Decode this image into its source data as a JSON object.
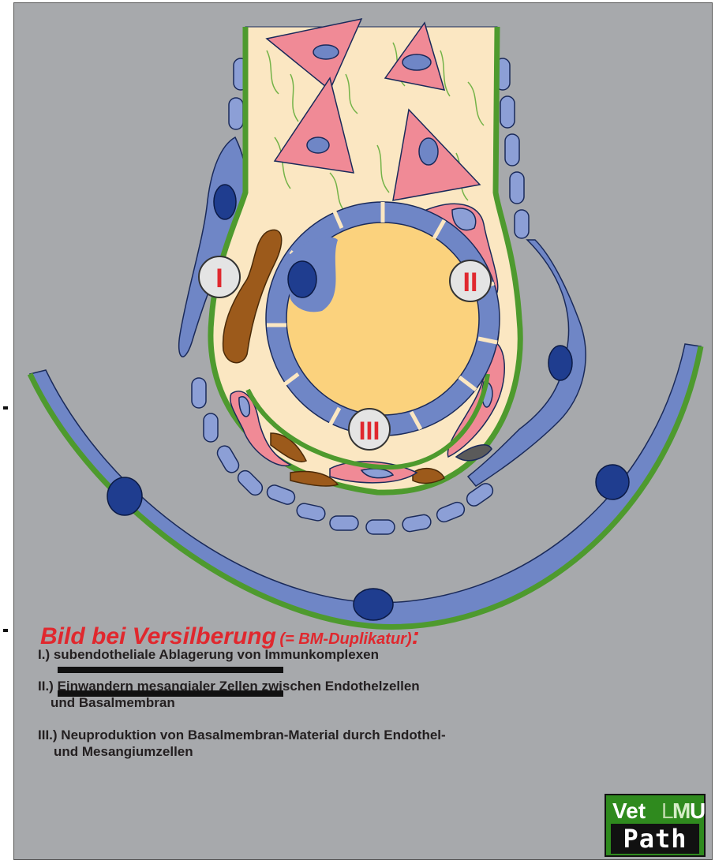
{
  "markers": [
    {
      "label": "I"
    },
    {
      "label": "II"
    },
    {
      "label": "III"
    }
  ],
  "legend": [
    {
      "number": "I.)",
      "text": "subendotheliale Ablagerung von Immunkomplexen"
    },
    {
      "number": "II.)",
      "text": "Einwandern mesangialer Zellen zwischen Endothelzellen",
      "text2": "und Basalmembran"
    },
    {
      "number": "III.)",
      "text": "Neuproduktion von Basalmembran-Material durch Endothel-",
      "text2": "und Mesangiumzellen"
    }
  ],
  "silver_stain": {
    "title": "Bild bei Versilberung",
    "note": "(= BM-Duplikatur)",
    "colon": ":"
  },
  "logo": {
    "vet": "Vet",
    "lmu_l": "L",
    "lmu_m": "M",
    "lmu_u": "U",
    "path": "Path"
  },
  "colors": {
    "background": "#a7a9ac",
    "basement_membrane": "#4e9a2e",
    "endothelium": "#6f86c6",
    "podocyte": "#8c9fd6",
    "nucleus": "#1f3d8f",
    "matrix": "#fbe7c2",
    "lumen": "#fbd27d",
    "mesangial_cell": "#f08a96",
    "immune_deposit": "#9c5a1b",
    "marker_text": "#e0282e",
    "logo_green": "#2f8a1e"
  }
}
